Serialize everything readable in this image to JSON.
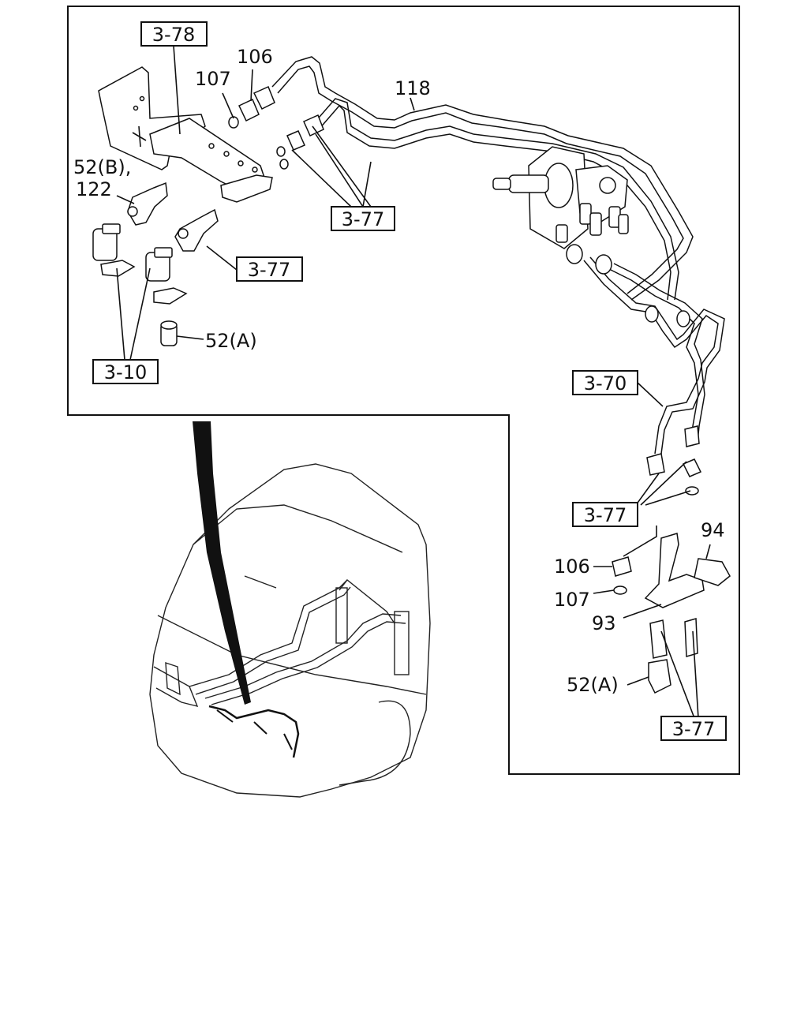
{
  "labels": {
    "ref_3_78": "3-78",
    "ref_3_77_a": "3-77",
    "ref_3_77_b": "3-77",
    "ref_3_77_c": "3-77",
    "ref_3_77_d": "3-77",
    "ref_3_10": "3-10",
    "ref_3_70": "3-70",
    "p106_top": "106",
    "p107_top": "107",
    "p118": "118",
    "p52b": "52(B),",
    "p122": "122",
    "p52a_top": "52(A)",
    "p94": "94",
    "p106_bottom": "106",
    "p107_bottom": "107",
    "p93": "93",
    "p52a_bottom": "52(A)"
  }
}
